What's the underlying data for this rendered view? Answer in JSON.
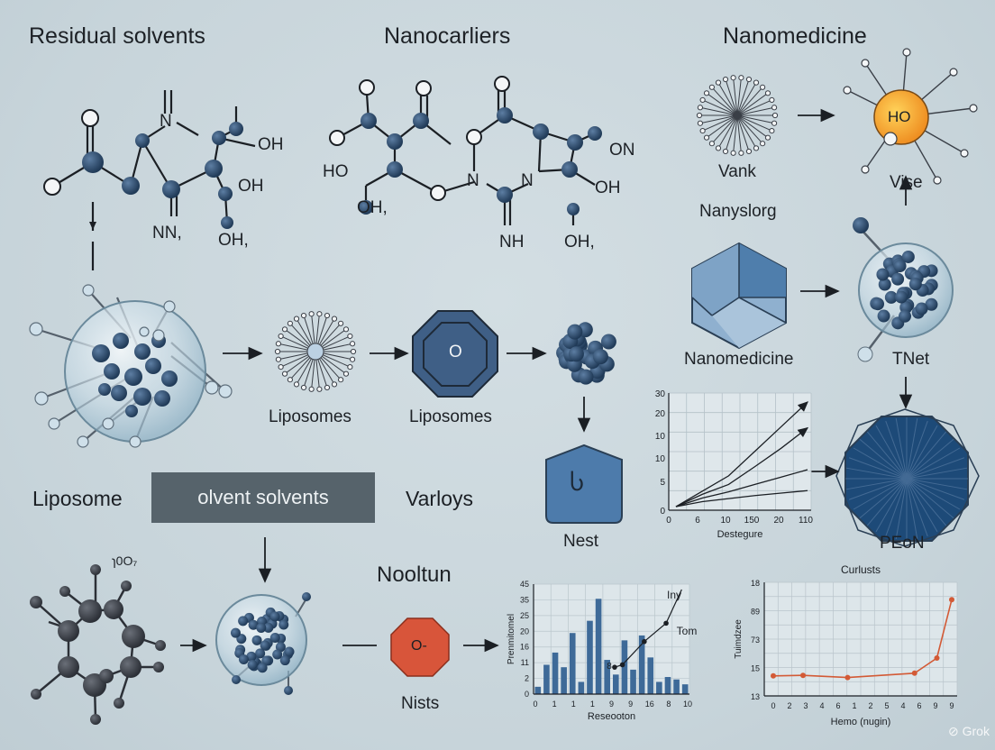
{
  "headings": {
    "residual": "Residual solvents",
    "nanocarriers": "Nanocarliers",
    "nanomedicine_top": "Nanomedicine",
    "liposome": "Liposome",
    "banner": "olvent solvents",
    "varloys": "Varloys",
    "nooltun": "Nooltun"
  },
  "molecule_labels": {
    "left": [
      "N",
      "OH",
      "OH",
      "NN,",
      "OH,"
    ],
    "middle": [
      "HO",
      "OH,",
      "N",
      "N",
      "ON",
      "OH",
      "NH",
      "OH,"
    ]
  },
  "diagram_labels": {
    "liposomes_1": "Liposomes",
    "liposomes_2": "Liposomes",
    "octagon_center": "O",
    "vank": "Vank",
    "nanyslorg": "Nanyslorg",
    "ho_center": "HO",
    "vise": "Vise",
    "nanomedicine_mid": "Nanomedicine",
    "tnet": "TNet",
    "nest_icon": "Ⴑ",
    "nest": "Nest",
    "peon": "PEoN",
    "formula": "ɿ0O₇",
    "stop_center": "O-",
    "nists": "Nists",
    "watermark": "Grok"
  },
  "chart_data": [
    {
      "type": "line",
      "title": "",
      "xlabel": "Destegure",
      "ylabel": "",
      "x_ticks": [
        "0",
        "6",
        "10",
        "150",
        "20",
        "110"
      ],
      "y_ticks": [
        "0",
        "5",
        "10",
        "10",
        "20",
        "30"
      ],
      "series": [
        {
          "values": [
            [
              0,
              0
            ],
            [
              1,
              2.5
            ],
            [
              2,
              5
            ],
            [
              3,
              9
            ],
            [
              4,
              13
            ],
            [
              5,
              17
            ]
          ]
        },
        {
          "values": [
            [
              0,
              0
            ],
            [
              1,
              2
            ],
            [
              2,
              3.6
            ],
            [
              3,
              6.5
            ],
            [
              4,
              9.5
            ],
            [
              5,
              12.8
            ]
          ]
        },
        {
          "values": [
            [
              0,
              0
            ],
            [
              1,
              1.4
            ],
            [
              2,
              2.4
            ],
            [
              3,
              3.6
            ],
            [
              4,
              4.8
            ],
            [
              5,
              6
            ]
          ]
        },
        {
          "values": [
            [
              0,
              0
            ],
            [
              1,
              0.8
            ],
            [
              2,
              1.3
            ],
            [
              3,
              1.8
            ],
            [
              4,
              2.2
            ],
            [
              5,
              2.6
            ]
          ]
        }
      ]
    },
    {
      "type": "bar",
      "title": "",
      "xlabel": "Reseooton",
      "ylabel": "Prenmitomel",
      "y_ticks": [
        "0",
        "2",
        "11",
        "16",
        "20",
        "25",
        "35",
        "45"
      ],
      "x_ticks": [
        "0",
        "1",
        "1",
        "1",
        "9",
        "9",
        "16",
        "8",
        "10"
      ],
      "values": [
        3,
        12,
        17,
        11,
        25,
        5,
        30,
        39,
        14,
        8,
        22,
        10,
        24,
        15,
        5,
        7,
        6,
        4
      ],
      "overlay_series": {
        "values": [
          [
            0.52,
            11
          ],
          [
            0.57,
            12
          ],
          [
            0.71,
            21.5
          ],
          [
            0.85,
            29
          ]
        ]
      },
      "annotations": [
        "Iny",
        "Tom",
        "8"
      ]
    },
    {
      "type": "line",
      "title": "Curlusts",
      "xlabel": "Hemo (nugin)",
      "ylabel": "Tuimdzee",
      "y_ticks": [
        "13",
        "15",
        "73",
        "89",
        "18"
      ],
      "x_ticks": [
        "0",
        "2",
        "3",
        "4",
        "6",
        "1",
        "2",
        "5",
        "4",
        "6",
        "9",
        "9"
      ],
      "series": [
        {
          "name": "",
          "color": "#d35a36",
          "values": [
            [
              0,
              13.5
            ],
            [
              2,
              14
            ],
            [
              5,
              12
            ],
            [
              9.5,
              16
            ],
            [
              11,
              30
            ],
            [
              12,
              84
            ]
          ]
        }
      ]
    }
  ],
  "colors": {
    "atom_blue": "#2f4d6e",
    "atom_dark": "#3a3f47",
    "polygon_blue": "#5c84ad",
    "orange_core": "#f19a2f",
    "stop_red": "#d8553a",
    "curve_red": "#d35a36"
  }
}
